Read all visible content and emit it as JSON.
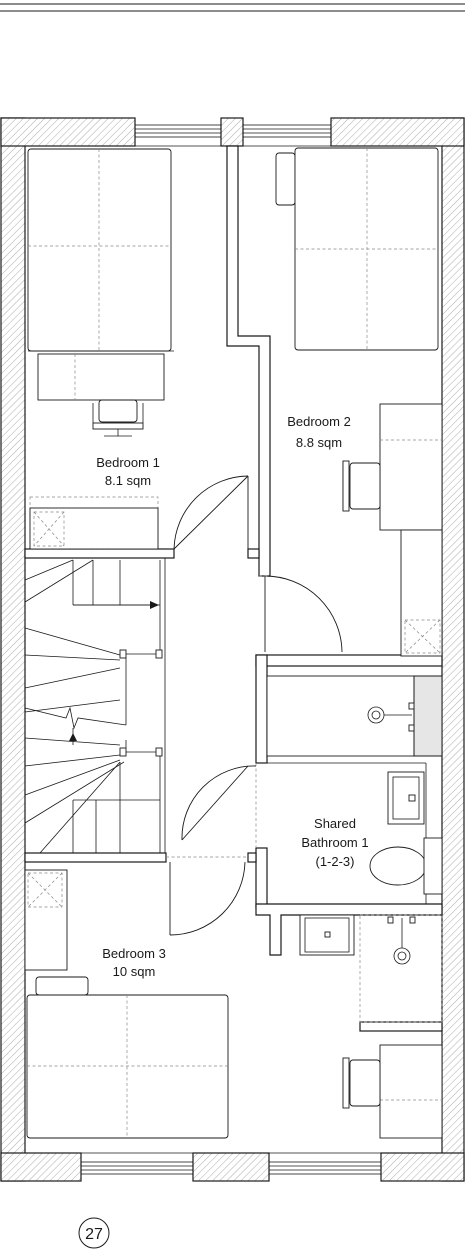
{
  "rooms": {
    "bedroom1": {
      "name": "Bedroom 1",
      "area": "8.1 sqm"
    },
    "bedroom2": {
      "name": "Bedroom 2",
      "area": "8.8 sqm"
    },
    "bedroom3": {
      "name": "Bedroom 3",
      "area": "10 sqm"
    },
    "bathroom": {
      "line1": "Shared",
      "line2": "Bathroom 1",
      "line3": "(1-2-3)"
    }
  },
  "page_number": "27"
}
